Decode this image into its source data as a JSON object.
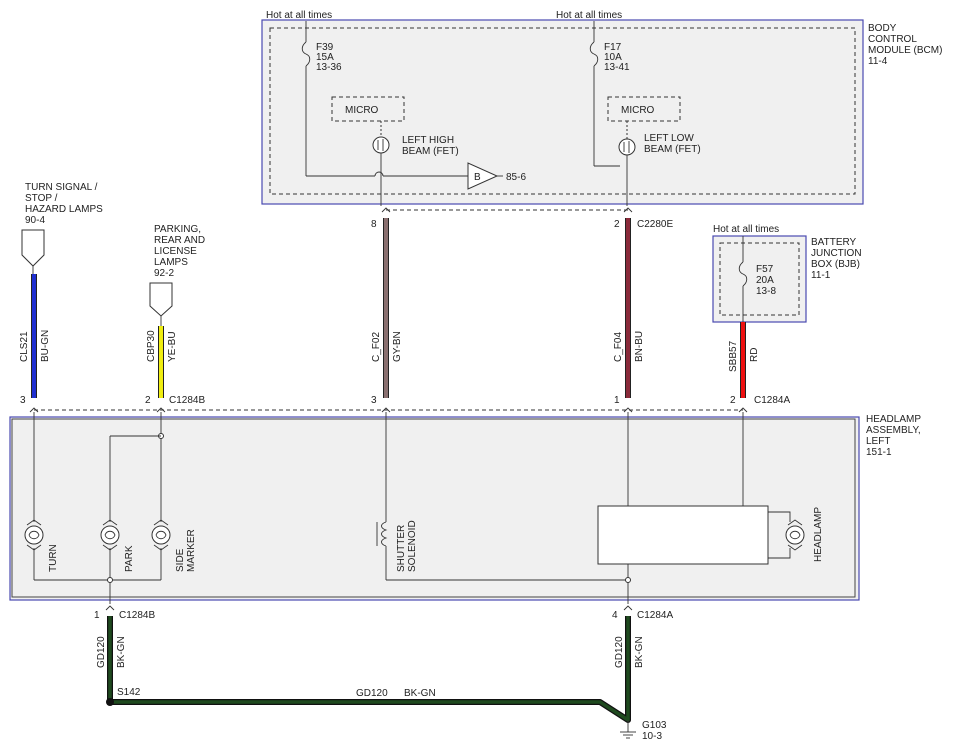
{
  "modules": {
    "bcm": {
      "name": [
        "BODY",
        "CONTROL",
        "MODULE (BCM)"
      ],
      "ref": "11-4"
    },
    "bjb": {
      "name": [
        "BATTERY",
        "JUNCTION",
        "BOX (BJB)"
      ],
      "ref": "11-1"
    },
    "headlamp": {
      "name": [
        "HEADLAMP",
        "ASSEMBLY,",
        "LEFT"
      ],
      "ref": "151-1"
    }
  },
  "fuses": [
    {
      "id": "F39",
      "amps": "15A",
      "ref": "13-36",
      "supply": "Hot at all times"
    },
    {
      "id": "F17",
      "amps": "10A",
      "ref": "13-41",
      "supply": "Hot at all times"
    },
    {
      "id": "F57",
      "amps": "20A",
      "ref": "13-8",
      "supply": "Hot at all times"
    }
  ],
  "bcm_internal": {
    "micro_left": "MICRO",
    "micro_right": "MICRO",
    "fet_high": [
      "LEFT HIGH",
      "BEAM (FET)"
    ],
    "fet_low": [
      "LEFT LOW",
      "BEAM (FET)"
    ],
    "buffer_label": "B",
    "buffer_ref": "85-6"
  },
  "references": {
    "turn_signal": [
      "TURN SIGNAL /",
      "STOP /",
      "HAZARD LAMPS",
      "90-4"
    ],
    "parking": [
      "PARKING,",
      "REAR AND",
      "LICENSE",
      "LAMPS",
      "92-2"
    ]
  },
  "connectors": {
    "bcm_pin_8": "8",
    "bcm_pin_2": "2",
    "bcm_conn": "C2280E",
    "hl_pin_3a": "3",
    "hl_pin_2a": "2",
    "hl_conn_b": "C1284B",
    "hl_pin_3b": "3",
    "hl_pin_1": "1",
    "hl_pin_2b": "2",
    "hl_conn_a": "C1284A",
    "gnd_pin_1": "1",
    "gnd_conn_b": "C1284B",
    "gnd_pin_4": "4",
    "gnd_conn_a": "C1284A"
  },
  "wires": [
    {
      "circuit": "CLS21",
      "color": "BU-GN",
      "hex": "#1f2fd0"
    },
    {
      "circuit": "CBP30",
      "color": "YE-BU",
      "hex": "#f0ee10"
    },
    {
      "circuit": "C_F02",
      "color": "GY-BN",
      "hex": "#8a7070"
    },
    {
      "circuit": "C_F04",
      "color": "BN-BU",
      "hex": "#8a2a3a"
    },
    {
      "circuit": "SBB57",
      "color": "RD",
      "hex": "#ee1010"
    },
    {
      "circuit": "GD120",
      "color": "BK-GN",
      "hex": "#1f4a1f"
    },
    {
      "circuit": "GD120",
      "color": "BK-GN",
      "hex": "#1f4a1f"
    }
  ],
  "ground_run": {
    "circuit": "GD120",
    "color": "BK-GN"
  },
  "lamps": {
    "turn": "TURN",
    "park": "PARK",
    "side_marker": [
      "SIDE",
      "MARKER"
    ],
    "shutter": [
      "SHUTTER",
      "SOLENOID"
    ],
    "headlamp": "HEADLAMP"
  },
  "splice": "S142",
  "ground": {
    "id": "G103",
    "ref": "10-3"
  }
}
